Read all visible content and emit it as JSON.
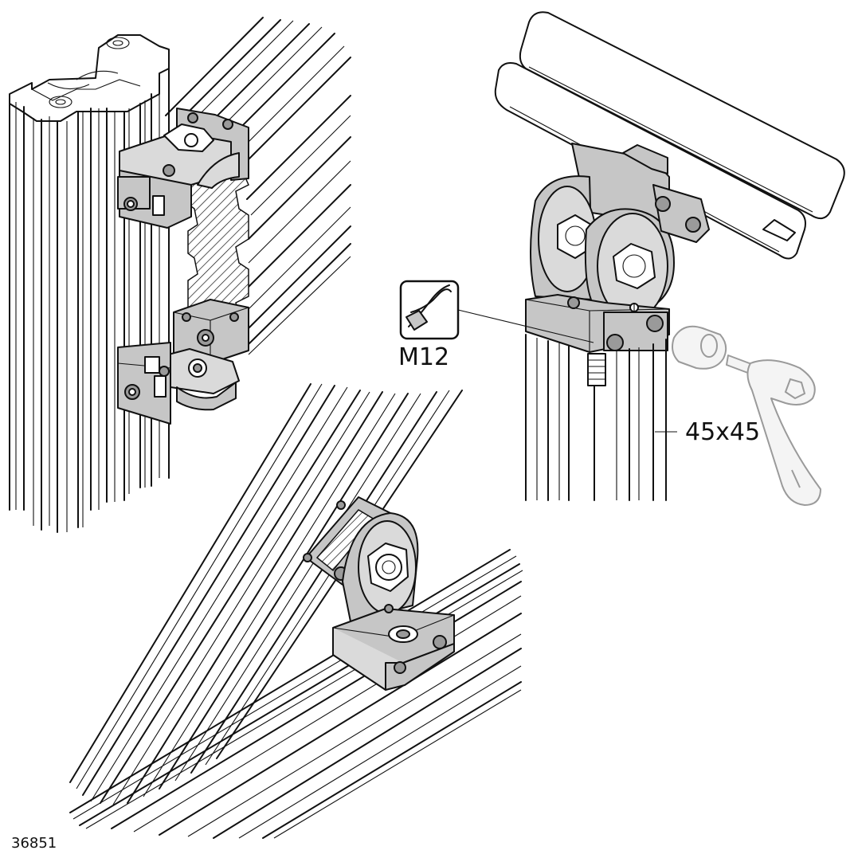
{
  "labels": {
    "thread_size": "M12",
    "profile_size": "45x45",
    "figure_number": "36851"
  },
  "icons": {
    "thread_symbol": "drill-bit-icon"
  },
  "colors": {
    "line": "#111111",
    "part_fill": "#c6c6c6",
    "ghost_part": "#9a9a9a",
    "background": "#ffffff"
  }
}
